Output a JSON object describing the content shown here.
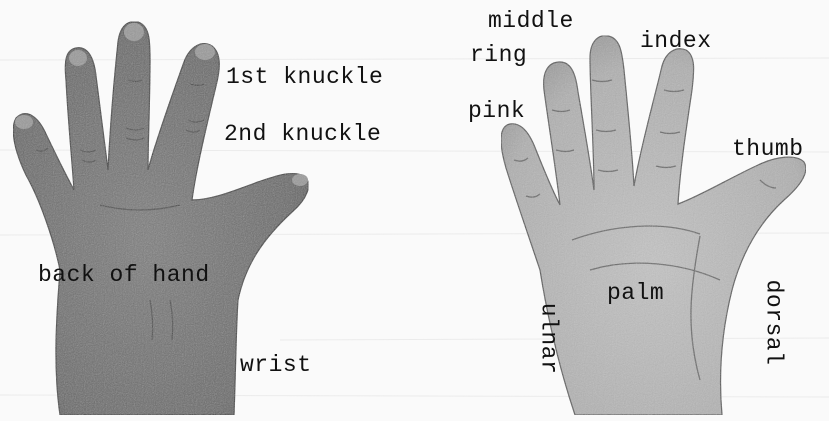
{
  "diagram": {
    "left_hand": {
      "labels": {
        "first_knuckle": "1st knuckle",
        "second_knuckle": "2nd knuckle",
        "back_of_hand": "back of hand",
        "wrist": "wrist"
      }
    },
    "right_hand": {
      "labels": {
        "middle": "middle",
        "index": "index",
        "ring": "ring",
        "pink": "pink",
        "thumb": "thumb",
        "palm": "palm",
        "ulnar": "ulnar",
        "dorsal": "dorsal"
      }
    }
  },
  "colors": {
    "paper": "#fafafa",
    "ink": "#111111",
    "back_of_hand_skin": "#6f6f6f",
    "palm_skin": "#b4b4b4"
  }
}
